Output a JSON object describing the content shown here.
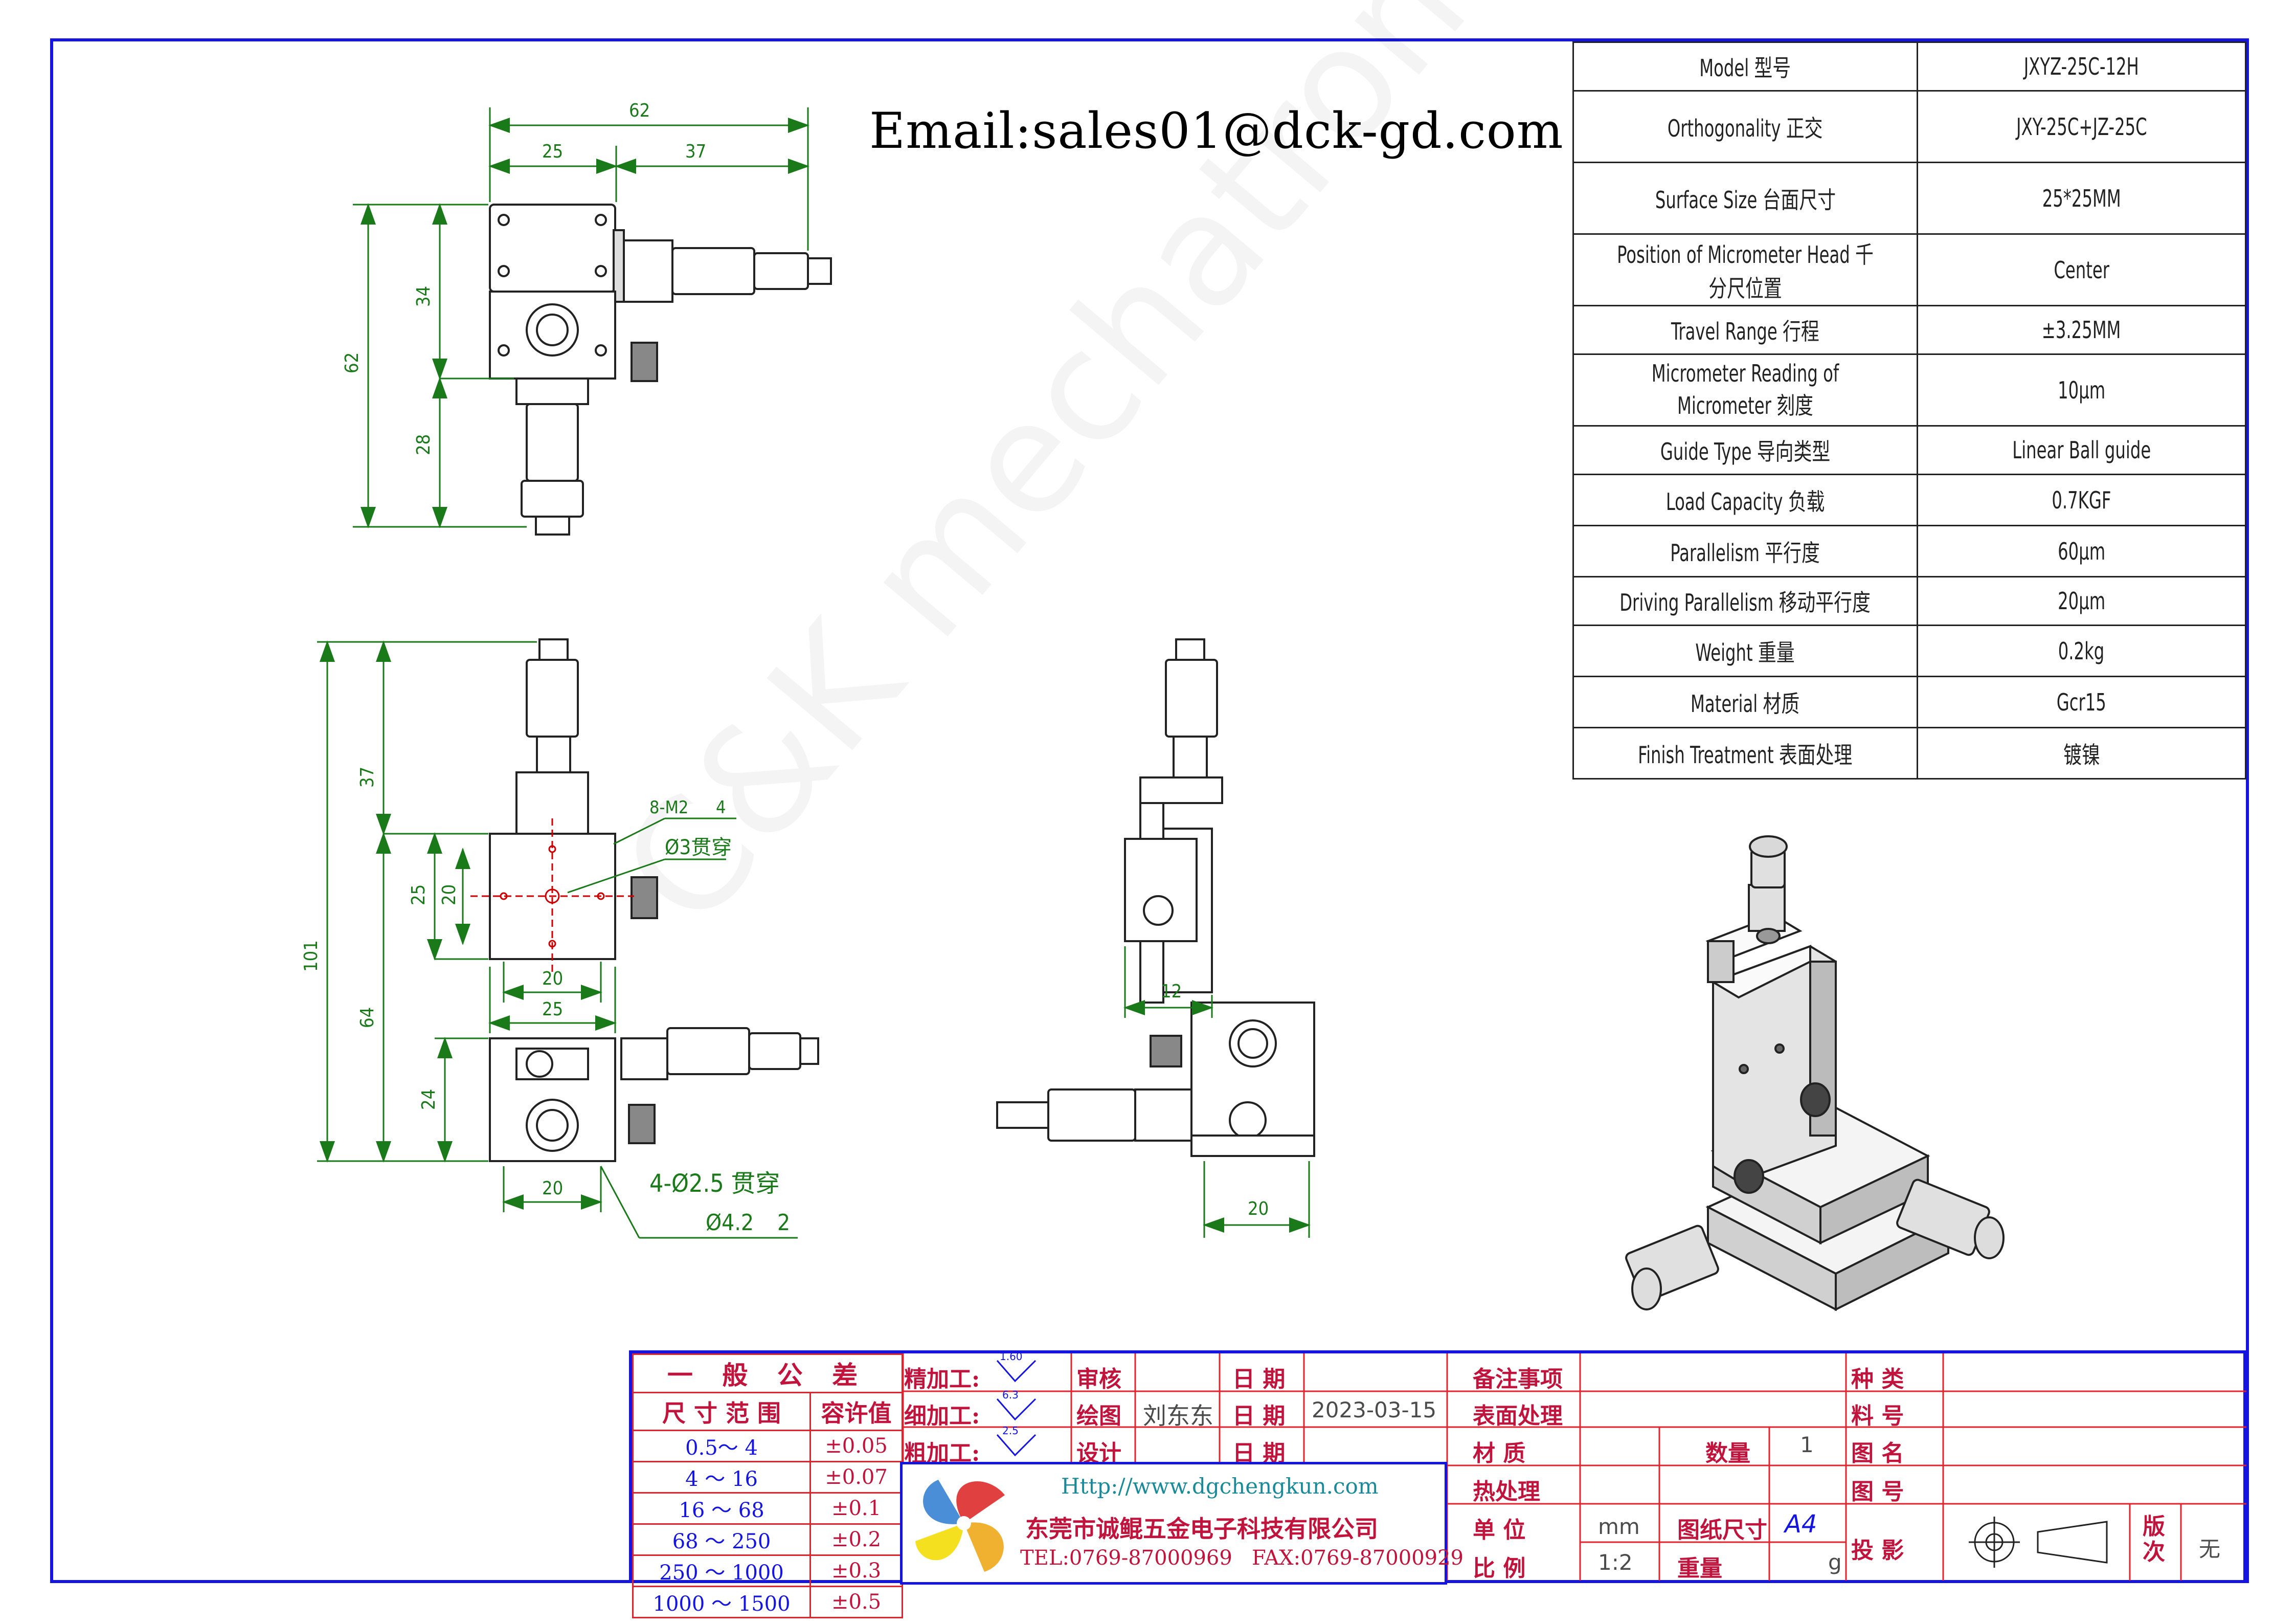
{
  "email": "Email:sales01@dck-gd.com",
  "watermark": "C&K mechatronics",
  "spec_rows": [
    {
      "key": "Model 型号",
      "value": "JXYZ-25C-12H"
    },
    {
      "key": "Orthogonality 正交",
      "value": "JXY-25C+JZ-25C"
    },
    {
      "key": "Surface Size 台面尺寸",
      "value": "25*25MM"
    },
    {
      "key": "Position of Micrometer Head 千分尺位置",
      "value": "Center"
    },
    {
      "key": "Travel Range 行程",
      "value": "±3.25MM"
    },
    {
      "key": "Micrometer Reading of Micrometer 刻度",
      "value": "10μm"
    },
    {
      "key": "Guide Type 导向类型",
      "value": "Linear Ball guide"
    },
    {
      "key": "Load Capacity 负载",
      "value": "0.7KGF"
    },
    {
      "key": "Parallelism 平行度",
      "value": "60μm"
    },
    {
      "key": "Driving Parallelism 移动平行度",
      "value": "20μm"
    },
    {
      "key": "Weight 重量",
      "value": "0.2kg"
    },
    {
      "key": "Material 材质",
      "value": "Gcr15"
    },
    {
      "key": "Finish Treatment 表面处理",
      "value": "镀镍"
    }
  ],
  "dims": {
    "top": [
      "62",
      "25",
      "37",
      "34",
      "62",
      "28"
    ],
    "front": [
      "37",
      "101",
      "64",
      "25",
      "20",
      "20",
      "25",
      "24",
      "20"
    ],
    "side": [
      "12",
      "20"
    ],
    "notes": [
      "8-M2",
      "4",
      "Ø3贯穿",
      "4-Ø2.5 贯穿",
      "Ø4.2",
      "2"
    ]
  },
  "tolerance": {
    "title": "一 般 公 差",
    "col1": "尺 寸 范 围",
    "col2": "容许值",
    "rows": [
      [
        "0.5～ 4",
        "±0.05"
      ],
      [
        "4 ～ 16",
        "±0.07"
      ],
      [
        "16 ～ 68",
        "±0.1"
      ],
      [
        "68 ～ 250",
        "±0.2"
      ],
      [
        "250 ～ 1000",
        "±0.3"
      ],
      [
        "1000 ～ 1500",
        "±0.5"
      ]
    ]
  },
  "title_block": {
    "machining": [
      "精加工:",
      "细加工:",
      "粗加工:"
    ],
    "roughness": [
      "1.60",
      "6.3",
      "2.5"
    ],
    "review": "审核",
    "draw": "绘图",
    "design": "设计",
    "drawer": "刘东东",
    "date_label": "日 期",
    "date": "2023-03-15",
    "notes_label": "备注事项",
    "finish_label": "表面处理",
    "material_label": "材 质",
    "heat_label": "热处理",
    "unit_label": "单 位",
    "unit": "mm",
    "scale_label": "比 例",
    "scale": "1:2",
    "qty_label": "数量",
    "qty": "1",
    "paper_label": "图纸尺寸",
    "paper": "A4",
    "weight_label": "重量",
    "weight_unit": "g",
    "kind_label": "种 类",
    "part_label": "料 号",
    "name_label": "图 名",
    "no_label": "图 号",
    "proj_label": "投 影",
    "version_label": "版次",
    "version": "无"
  },
  "company": {
    "url": "Http://www.dgchengkun.com",
    "name": "东莞市诚鲲五金电子科技有限公司",
    "contact": "TEL:0769-87000969   FAX:0769-87000929"
  },
  "colors": {
    "frame": "#1515e0",
    "dimension": "#1a7a1a",
    "titleblock": "#e0242e"
  }
}
